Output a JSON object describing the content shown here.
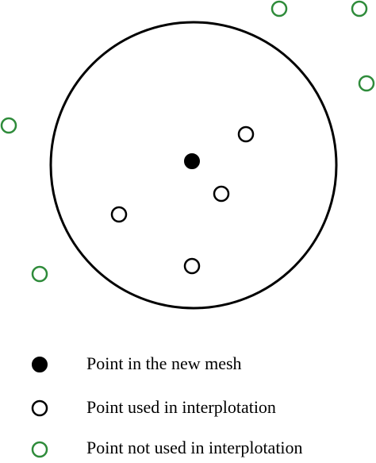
{
  "colors": {
    "new_mesh_point": "#000000",
    "used_point": "#000000",
    "unused_point": "#2e8b3a",
    "circle": "#000000"
  },
  "legend": [
    {
      "marker": "filled-black",
      "label": "Point in the new mesh"
    },
    {
      "marker": "hollow-black",
      "label": "Point used in interplotation"
    },
    {
      "marker": "hollow-green",
      "label": "Point not used in interplotation"
    }
  ]
}
